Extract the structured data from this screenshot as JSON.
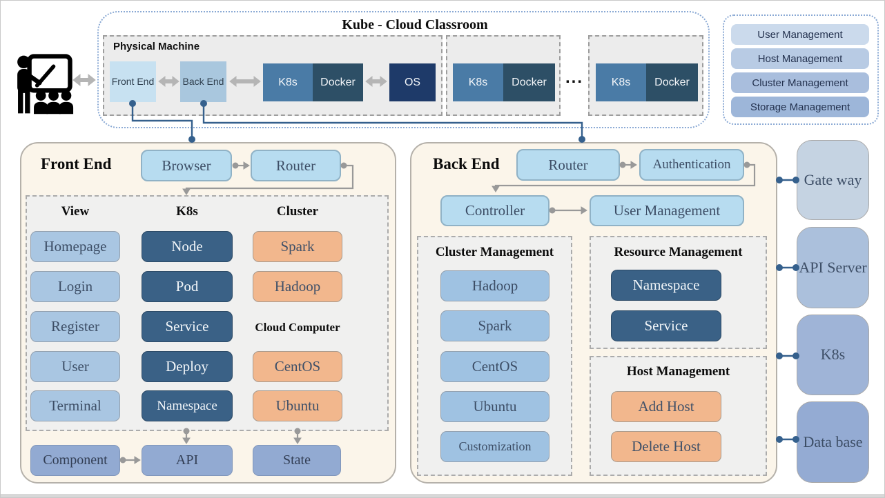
{
  "classroom": {
    "title": "Kube - Cloud Classroom",
    "physical_machine": {
      "label": "Physical Machine",
      "front_end": "Front End",
      "back_end": "Back End",
      "k8s": "K8s",
      "docker": "Docker",
      "os": "OS"
    },
    "node2": {
      "k8s": "K8s",
      "docker": "Docker"
    },
    "node3": {
      "k8s": "K8s",
      "docker": "Docker"
    },
    "ellipsis": "..."
  },
  "management_legend": {
    "items": [
      "User Management",
      "Host Management",
      "Cluster Management",
      "Storage Management"
    ]
  },
  "frontend": {
    "title": "Front End",
    "browser": "Browser",
    "router": "Router",
    "view": {
      "header": "View",
      "items": [
        "Homepage",
        "Login",
        "Register",
        "User",
        "Terminal"
      ]
    },
    "k8s": {
      "header": "K8s",
      "items": [
        "Node",
        "Pod",
        "Service",
        "Deploy",
        "Namespace"
      ]
    },
    "cluster": {
      "header": "Cluster",
      "spark": "Spark",
      "hadoop": "Hadoop",
      "sublabel": "Cloud Computer",
      "centos": "CentOS",
      "ubuntu": "Ubuntu"
    },
    "component": "Component",
    "api": "API",
    "state": "State"
  },
  "backend": {
    "title": "Back End",
    "router": "Router",
    "authentication": "Authentication",
    "controller": "Controller",
    "user_management": "User Management",
    "cluster_management": {
      "header": "Cluster Management",
      "items": [
        "Hadoop",
        "Spark",
        "CentOS",
        "Ubuntu",
        "Customization"
      ]
    },
    "resource_management": {
      "header": "Resource Management",
      "items": [
        "Namespace",
        "Service"
      ]
    },
    "host_management": {
      "header": "Host Management",
      "items": [
        "Add Host",
        "Delete Host"
      ]
    }
  },
  "right_rail": {
    "items": [
      "Gate way",
      "API Server",
      "K8s",
      "Data base"
    ]
  },
  "colors": {
    "connector_blue": "#35608d",
    "arrow_gray": "#b5b5b5",
    "panel_cream": "#fbf5ea",
    "light_blue_button": "#b7dcf0",
    "item_light_blue": "#a9c6e2",
    "item_dark_blue": "#3a6186",
    "item_orange": "#f2b78d",
    "item_periwinkle": "#92aad2",
    "k8s_chip": "#4a7ba6",
    "docker_chip": "#2d4f66",
    "os_chip": "#1e3a69",
    "legend_gradient": [
      "#cbdaec",
      "#b8cbe4",
      "#a9bedd",
      "#9db6d9"
    ],
    "rail_gradient": [
      "#c5d3e2",
      "#abc0dc",
      "#9fb4d7",
      "#94abd3"
    ]
  }
}
